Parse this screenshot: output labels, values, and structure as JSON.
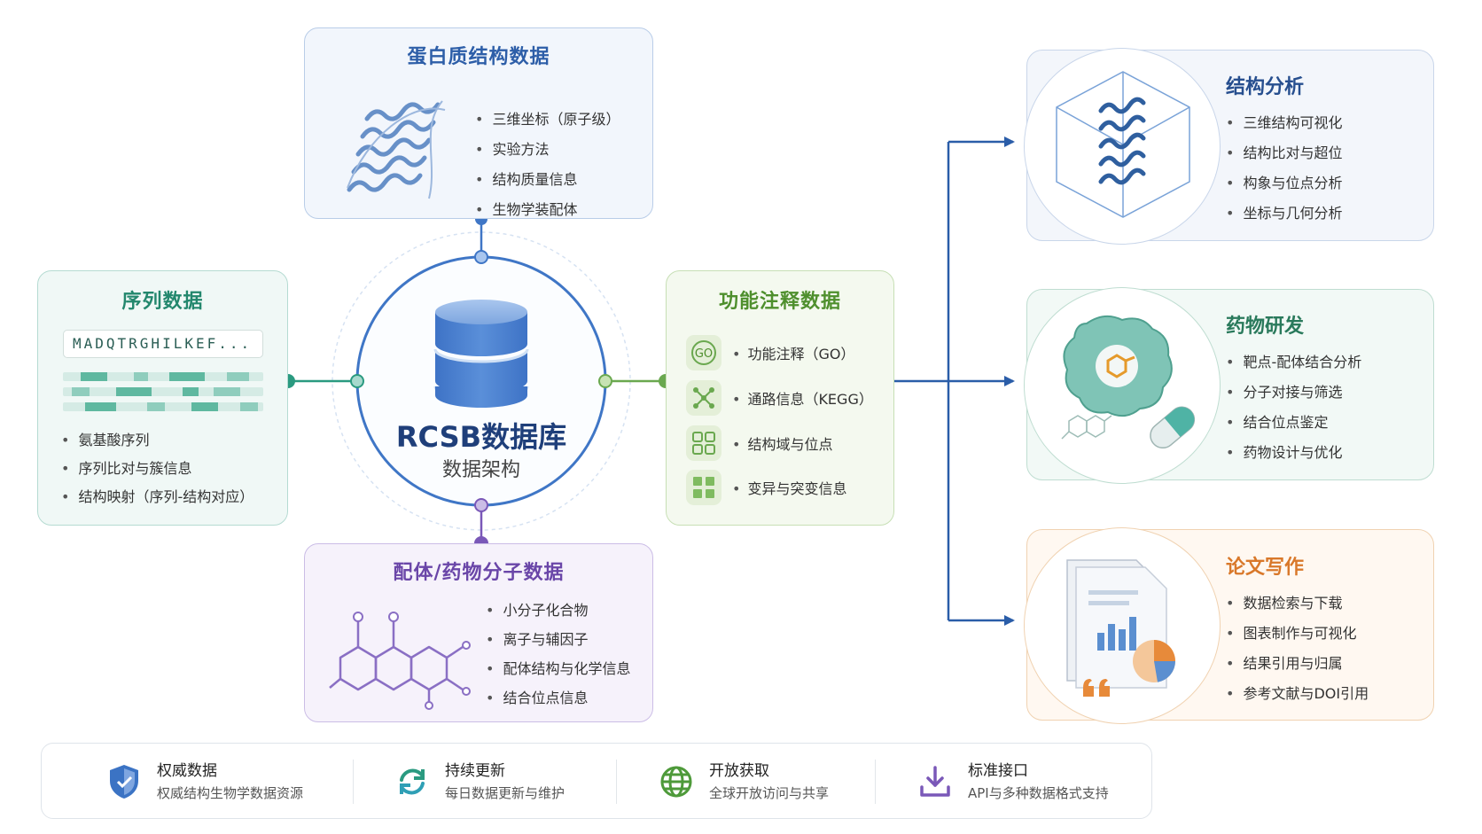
{
  "center": {
    "title": "RCSB数据库",
    "subtitle": "数据架构"
  },
  "protein": {
    "title": "蛋白质结构数据",
    "items": [
      "三维坐标（原子级）",
      "实验方法",
      "结构质量信息",
      "生物学装配体"
    ]
  },
  "sequence": {
    "title": "序列数据",
    "sequence_text": "MADQTRGHILKEF...",
    "items": [
      "氨基酸序列",
      "序列比对与簇信息",
      "结构映射（序列-结构对应）"
    ]
  },
  "function": {
    "title": "功能注释数据",
    "items": [
      {
        "icon": "go-icon",
        "label": "功能注释（GO）"
      },
      {
        "icon": "pathway-network-icon",
        "label": "通路信息（KEGG）"
      },
      {
        "icon": "domain-grid-icon",
        "label": "结构域与位点"
      },
      {
        "icon": "mutation-grid-icon",
        "label": "变异与突变信息"
      }
    ]
  },
  "ligand": {
    "title": "配体/药物分子数据",
    "items": [
      "小分子化合物",
      "离子与辅因子",
      "配体结构与化学信息",
      "结合位点信息"
    ]
  },
  "outputs": {
    "structure": {
      "title": "结构分析",
      "items": [
        "三维结构可视化",
        "结构比对与超位",
        "构象与位点分析",
        "坐标与几何分析"
      ]
    },
    "drug": {
      "title": "药物研发",
      "items": [
        "靶点-配体结合分析",
        "分子对接与筛选",
        "结合位点鉴定",
        "药物设计与优化"
      ]
    },
    "paper": {
      "title": "论文写作",
      "items": [
        "数据检索与下载",
        "图表制作与可视化",
        "结果引用与归属",
        "参考文献与DOI引用"
      ]
    }
  },
  "features": [
    {
      "icon": "shield-icon",
      "title": "权威数据",
      "subtitle": "权威结构生物学数据资源"
    },
    {
      "icon": "refresh-icon",
      "title": "持续更新",
      "subtitle": "每日数据更新与维护"
    },
    {
      "icon": "globe-icon",
      "title": "开放获取",
      "subtitle": "全球开放访问与共享"
    },
    {
      "icon": "download-icon",
      "title": "标准接口",
      "subtitle": "API与多种数据格式支持"
    }
  ],
  "colors": {
    "protein": "#2d5ea8",
    "sequence": "#23876d",
    "function": "#4e8f2d",
    "ligand": "#6a46a8",
    "structure": "#274f8f",
    "drug": "#2a7a5c",
    "paper": "#d9782a",
    "arrow": "#2a5da8"
  }
}
